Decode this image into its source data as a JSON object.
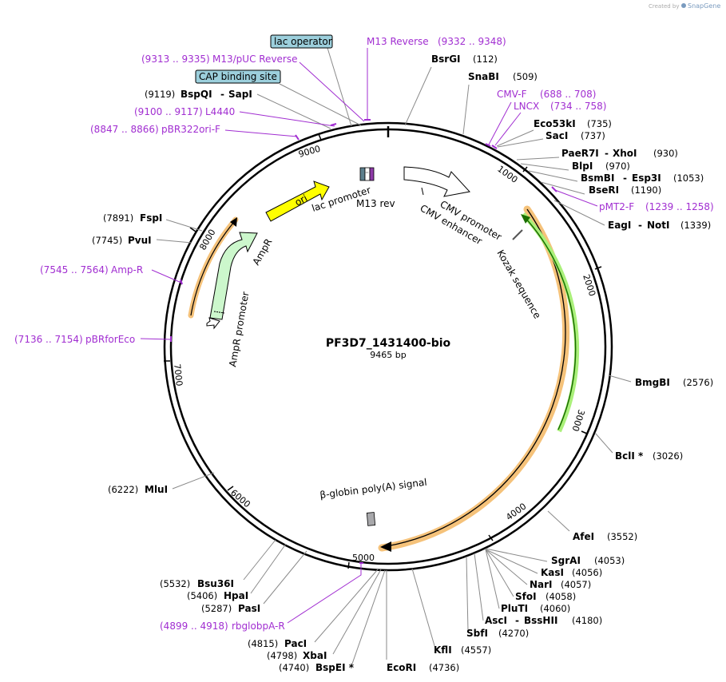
{
  "watermark": {
    "created_by": "Created by",
    "brand": "SnapGene"
  },
  "map": {
    "title": "PF3D7_1431400-bio",
    "length": "9465 bp",
    "ruler_ticks": [
      "1000",
      "2000",
      "3000",
      "4000",
      "5000",
      "6000",
      "7000",
      "8000",
      "9000"
    ]
  },
  "features": {
    "cmv_enhancer": "CMV enhancer",
    "cmv_promoter": "CMV promoter",
    "kozak": "Kozak sequence",
    "ori": "ori",
    "lac_promoter": "lac promoter",
    "m13_rev": "M13 rev",
    "ampr": "AmpR",
    "ampr_promoter": "AmpR promoter",
    "polya": "β-globin poly(A) signal",
    "lac_operator": "lac operator",
    "cap_site": "CAP binding site"
  },
  "primers": [
    {
      "name": "M13 Reverse",
      "range": "(9332 .. 9348)"
    },
    {
      "name": "M13/pUC Reverse",
      "range": "(9313 .. 9335)"
    },
    {
      "name": "L4440",
      "range": "(9100 .. 9117)"
    },
    {
      "name": "pBR322ori-F",
      "range": "(8847 .. 8866)"
    },
    {
      "name": "CMV-F",
      "range": "(688 .. 708)"
    },
    {
      "name": "LNCX",
      "range": "(734 .. 758)"
    },
    {
      "name": "pMT2-F",
      "range": "(1239 .. 1258)"
    },
    {
      "name": "Amp-R",
      "range": "(7545 .. 7564)"
    },
    {
      "name": "pBRforEco",
      "range": "(7136 .. 7154)"
    },
    {
      "name": "rbglobpA-R",
      "range": "(4899 .. 4918)"
    }
  ],
  "sites": [
    {
      "name": "BsrGI",
      "pos": "(112)"
    },
    {
      "name": "SnaBI",
      "pos": "(509)"
    },
    {
      "name": "Eco53kI",
      "pos": "(735)"
    },
    {
      "name": "SacI",
      "pos": "(737)"
    },
    {
      "name": "PaeR7I",
      "name2": "XhoI",
      "pos": "(930)"
    },
    {
      "name": "BlpI",
      "pos": "(970)"
    },
    {
      "name": "BsmBI",
      "name2": "Esp3I",
      "pos": "(1053)"
    },
    {
      "name": "BseRI",
      "pos": "(1190)"
    },
    {
      "name": "EagI",
      "name2": "NotI",
      "pos": "(1339)"
    },
    {
      "name": "BmgBI",
      "pos": "(2576)"
    },
    {
      "name": "BclI *",
      "pos": "(3026)"
    },
    {
      "name": "AfeI",
      "pos": "(3552)"
    },
    {
      "name": "SgrAI",
      "pos": "(4053)"
    },
    {
      "name": "KasI",
      "pos": "(4056)"
    },
    {
      "name": "NarI",
      "pos": "(4057)"
    },
    {
      "name": "SfoI",
      "pos": "(4058)"
    },
    {
      "name": "PluTI",
      "pos": "(4060)"
    },
    {
      "name": "AscI",
      "name2": "BssHII",
      "pos": "(4180)"
    },
    {
      "name": "SbfI",
      "pos": "(4270)"
    },
    {
      "name": "KflI",
      "pos": "(4557)"
    },
    {
      "name": "EcoRI",
      "pos": "(4736)"
    },
    {
      "name": "BspEI *",
      "pos": "(4740)"
    },
    {
      "name": "XbaI",
      "pos": "(4798)"
    },
    {
      "name": "PacI",
      "pos": "(4815)"
    },
    {
      "name": "PasI",
      "pos": "(5287)"
    },
    {
      "name": "HpaI",
      "pos": "(5406)"
    },
    {
      "name": "Bsu36I",
      "pos": "(5532)"
    },
    {
      "name": "MluI",
      "pos": "(6222)"
    },
    {
      "name": "PvuI",
      "pos": "(7745)"
    },
    {
      "name": "FspI",
      "pos": "(7891)"
    },
    {
      "name": "SapI",
      "name2": "BspQI",
      "pos": "(9119)"
    }
  ],
  "colors": {
    "primer": "#a12ed1",
    "orf_orange": "#f5c27a",
    "orf_green": "#aaf07a",
    "ori_yellow": "#ffff00",
    "ampr_green": "#ccf7cc",
    "box_fill": "#9ccfdc",
    "leader_gray": "#8a8a8a"
  }
}
